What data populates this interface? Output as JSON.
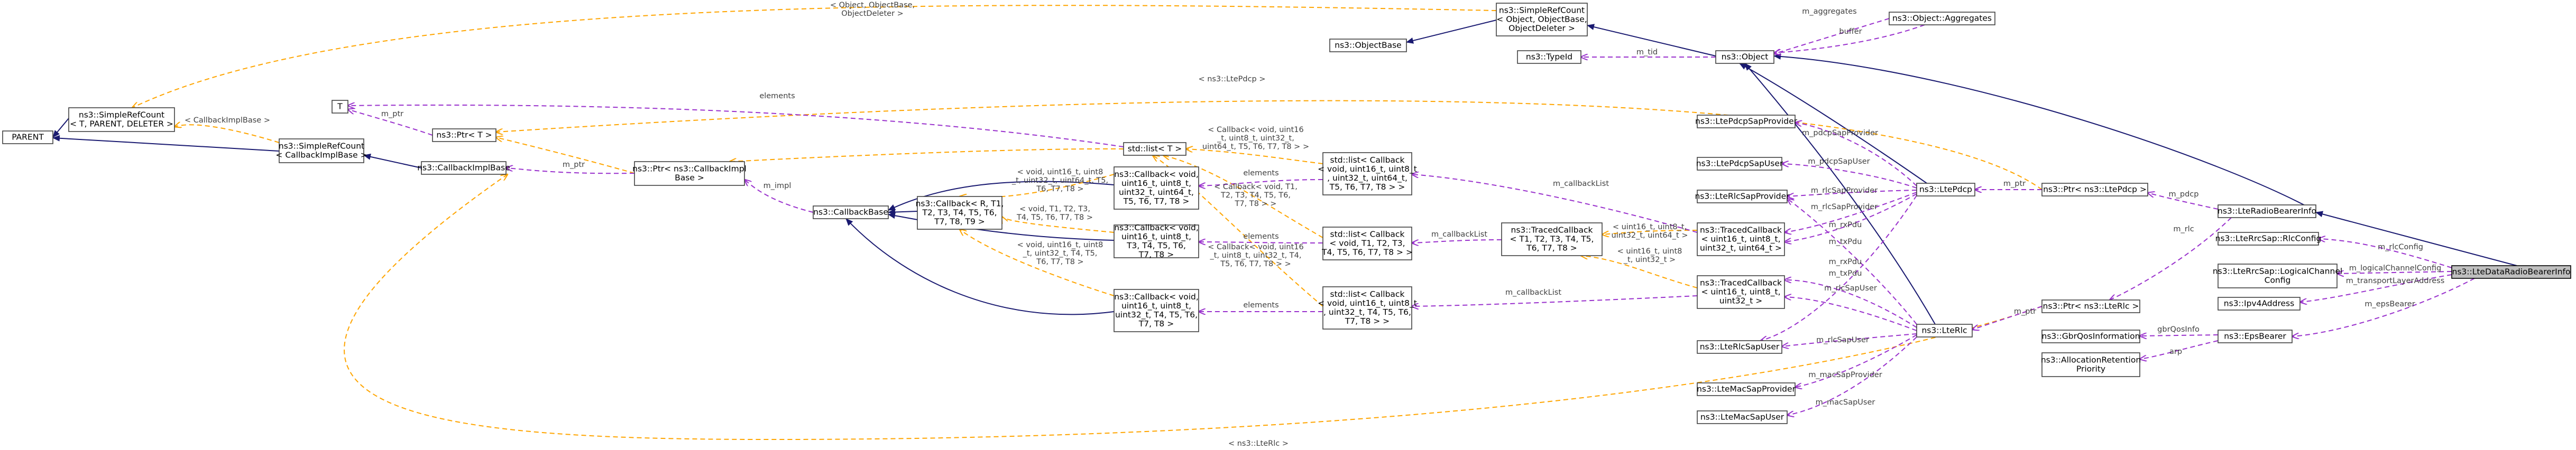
{
  "nodes": {
    "n_parent": [
      "PARENT"
    ],
    "n_sref_tpd": [
      "ns3::SimpleRefCount",
      "< T, PARENT, DELETER >"
    ],
    "n_T": [
      "T"
    ],
    "n_ptrT": [
      "ns3::Ptr< T >"
    ],
    "n_sref_cib": [
      "ns3::SimpleRefCount",
      "< CallbackImplBase >"
    ],
    "n_cib": [
      "ns3::CallbackImplBase"
    ],
    "n_ptr_cib": [
      "ns3::Ptr< ns3::CallbackImpl",
      "Base >"
    ],
    "n_cbbase": [
      "ns3::CallbackBase"
    ],
    "n_cb_r": [
      "ns3::Callback< R, T1,",
      "T2, T3, T4, T5, T6,",
      "T7, T8, T9 >"
    ],
    "n_cb_void_a": [
      "ns3::Callback< void,",
      "uint16_t, uint8_t,",
      "uint32_t, uint64_t,",
      "T5, T6, T7, T8 >"
    ],
    "n_cb_void_b": [
      "ns3::Callback< void,",
      "uint16_t, uint8_t,",
      "T3, T4, T5, T6,",
      "T7, T8 >"
    ],
    "n_cb_void_c": [
      "ns3::Callback< void,",
      "uint16_t, uint8_t,",
      "uint32_t, T4, T5, T6,",
      "T7, T8 >"
    ],
    "n_stdlistT": [
      "std::list< T >"
    ],
    "n_list_a": [
      "std::list< Callback",
      "< void, uint16_t, uint8_t",
      ", uint32_t, uint64_t,",
      "T5, T6, T7, T8 > >"
    ],
    "n_list_b": [
      "std::list< Callback",
      "< void, T1, T2, T3,",
      "T4, T5, T6, T7, T8 > >"
    ],
    "n_list_c": [
      "std::list< Callback",
      "< void, uint16_t, uint8_t",
      ", uint32_t, T4, T5, T6,",
      "T7, T8 > >"
    ],
    "n_sref_obj": [
      "ns3::SimpleRefCount",
      "< Object, ObjectBase,",
      "ObjectDeleter >"
    ],
    "n_objbase": [
      "ns3::ObjectBase"
    ],
    "n_typeid": [
      "ns3::TypeId"
    ],
    "n_object": [
      "ns3::Object"
    ],
    "n_aggr": [
      "ns3::Object::Aggregates"
    ],
    "n_tcb": [
      "ns3::TracedCallback",
      "< T1, T2, T3, T4, T5,",
      "T6, T7, T8 >"
    ],
    "n_tcb_a": [
      "ns3::TracedCallback",
      "< uint16_t, uint8_t,",
      "uint32_t, uint64_t >"
    ],
    "n_tcb_b": [
      "ns3::TracedCallback",
      "< uint16_t, uint8_t,",
      "uint32_t >"
    ],
    "n_pdcpsp": [
      "ns3::LtePdcpSapProvider"
    ],
    "n_pdcpsu": [
      "ns3::LtePdcpSapUser"
    ],
    "n_rlcsp": [
      "ns3::LteRlcSapProvider"
    ],
    "n_rlcsu": [
      "ns3::LteRlcSapUser"
    ],
    "n_macsp": [
      "ns3::LteMacSapProvider"
    ],
    "n_macsu": [
      "ns3::LteMacSapUser"
    ],
    "n_pdcp": [
      "ns3::LtePdcp"
    ],
    "n_rlc": [
      "ns3::LteRlc"
    ],
    "n_ptr_pdcp": [
      "ns3::Ptr< ns3::LtePdcp >"
    ],
    "n_ptr_rlc": [
      "ns3::Ptr< ns3::LteRlc >"
    ],
    "n_rbinfo": [
      "ns3::LteRadioBearerInfo"
    ],
    "n_rlccfg": [
      "ns3::LteRrcSap::RlcConfig"
    ],
    "n_lcc": [
      "ns3::LteRrcSap::LogicalChannel",
      "Config"
    ],
    "n_ipv4": [
      "ns3::Ipv4Address"
    ],
    "n_eps": [
      "ns3::EpsBearer"
    ],
    "n_qos": [
      "ns3::GbrQosInformation"
    ],
    "n_arp": [
      "ns3::AllocationRetention",
      "Priority"
    ],
    "n_drb": [
      "ns3::LteDataRadioBearerInfo"
    ]
  },
  "edge_labels": {
    "l_sref_obj": [
      "< Object, ObjectBase,",
      "ObjectDeleter >"
    ],
    "l_cib_tpl": [
      "< CallbackImplBase >"
    ],
    "l_ptr": [
      "m_ptr"
    ],
    "l_ptr2": [
      "m_ptr"
    ],
    "l_elements1": [
      "elements"
    ],
    "l_impl": [
      "m_impl"
    ],
    "l_cbv_a": [
      "< void, uint16_t, uint8",
      "_t, uint32_t, uint64_t, T5,",
      "T6, T7, T8 >"
    ],
    "l_cbv_a2": [
      "< Callback< void, uint16",
      "_t, uint8_t, uint32_t,",
      "uint64_t, T5, T6, T7, T8 > >"
    ],
    "l_elements2": [
      "elements"
    ],
    "l_cbv_b": [
      "< void, T1, T2, T3,",
      "T4, T5, T6, T7, T8 >"
    ],
    "l_cbv_b2": [
      "< Callback< void, T1,",
      "T2, T3, T4, T5, T6,",
      "T7, T8 > >"
    ],
    "l_elements3": [
      "elements"
    ],
    "l_cbv_c": [
      "< void, uint16_t, uint8",
      "_t, uint32_t, T4, T5,",
      "T6, T7, T8 >"
    ],
    "l_cbv_c2": [
      "< Callback< void, uint16",
      "_t, uint8_t, uint32_t, T4,",
      "T5, T6, T7, T8 > >"
    ],
    "l_elements4": [
      "elements"
    ],
    "l_cblist1": [
      "m_callbackList"
    ],
    "l_cblist2": [
      "m_callbackList"
    ],
    "l_cblist3": [
      "m_callbackList"
    ],
    "l_tcb_a": [
      "< uint16_t, uint8_t,",
      "uint32_t, uint64_t >"
    ],
    "l_tcb_b": [
      "< uint16_t, uint8",
      "_t, uint32_t >"
    ],
    "l_ptr_ltepdcp": [
      "< ns3::LtePdcp >"
    ],
    "l_ptr_lterlc": [
      "< ns3::LteRlc >"
    ],
    "l_aggregates": [
      "m_aggregates"
    ],
    "l_buffer": [
      "buffer"
    ],
    "l_tid": [
      "m_tid"
    ],
    "l_pdcpsp": [
      "m_pdcpSapProvider"
    ],
    "l_pdcpsu": [
      "m_pdcpSapUser"
    ],
    "l_rlcsp": [
      "m_rlcSapProvider"
    ],
    "l_rlcsp2": [
      "m_rlcSapProvider"
    ],
    "l_rxpdu": [
      "m_rxPdu"
    ],
    "l_txpdu": [
      "m_txPdu"
    ],
    "l_rlcsu": [
      "m_rlcSapUser"
    ],
    "l_rlcsu2": [
      "m_rlcSapUser"
    ],
    "l_macsp": [
      "m_macSapProvider"
    ],
    "l_macsu": [
      "m_macSapUser"
    ],
    "l_rxpdu2": [
      "m_rxPdu"
    ],
    "l_txpdu2": [
      "m_txPdu"
    ],
    "l_mptr_pdcp": [
      "m_ptr"
    ],
    "l_mptr_rlc": [
      "m_ptr"
    ],
    "l_pdcp": [
      "m_pdcp"
    ],
    "l_rlc": [
      "m_rlc"
    ],
    "l_rlccfg": [
      "m_rlcConfig"
    ],
    "l_lcc": [
      "m_logicalChannelConfig"
    ],
    "l_tla": [
      "m_transportLayerAddress"
    ],
    "l_eps": [
      "m_epsBearer"
    ],
    "l_gbr": [
      "gbrQosInfo"
    ],
    "l_arp": [
      "arp"
    ]
  },
  "colors": {
    "inheritance": "#191970",
    "template": "#ffa500",
    "member": "#9a32cd",
    "root_fill": "#bfbfbf"
  }
}
